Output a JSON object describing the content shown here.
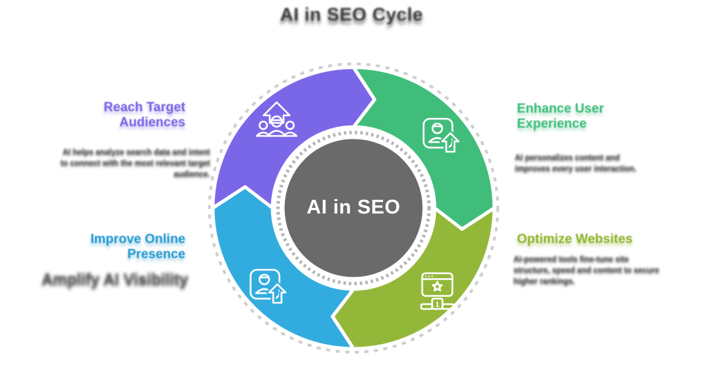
{
  "title": "AI in SEO Cycle",
  "center_label": "AI in SEO",
  "colors": {
    "purple": "#7A67E8",
    "green": "#41BD7B",
    "olive": "#93B839",
    "blue": "#32ACDE",
    "center_circle": "#6A6A6A",
    "ring_dash": "#B5B5B5",
    "outer_dash": "#CFCFCF",
    "heading_purple": "#7662E5",
    "heading_green": "#3BBB7B",
    "heading_olive": "#8FB42F",
    "heading_blue": "#2197CE",
    "body_text": "#4A4A4A",
    "title_text": "#3D3D3D"
  },
  "sections": {
    "top_left": {
      "heading": "Reach Target Audiences",
      "body": "AI helps analyze search data and intent to connect with the most relevant target audience.",
      "icon": "audience-growth-icon"
    },
    "top_right": {
      "heading": "Enhance User Experience",
      "body": "AI personalizes content and improves every user interaction.",
      "icon": "user-growth-icon"
    },
    "bottom_right": {
      "heading": "Optimize Websites",
      "body": "AI-powered tools fine-tune site structure, speed and content to secure higher rankings.",
      "icon": "website-ranking-icon"
    },
    "bottom_left": {
      "heading": "Improve Online Presence",
      "body": "Amplify AI Visibility",
      "icon": "profile-growth-icon"
    }
  }
}
